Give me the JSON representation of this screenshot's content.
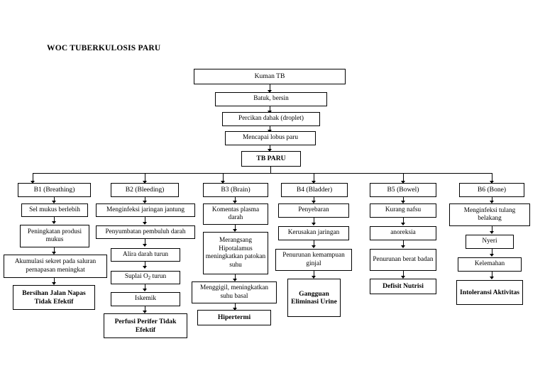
{
  "document": {
    "title": "WOC TUBERKULOSIS PARU",
    "type": "flowchart",
    "background_color": "#ffffff",
    "line_color": "#000000",
    "text_color": "#000000"
  },
  "trunk": {
    "nodes": [
      {
        "id": "kuman-tb",
        "label": "Kuman TB",
        "bold": false
      },
      {
        "id": "batuk-bersin",
        "label": "Batuk, bersin",
        "bold": false
      },
      {
        "id": "percikan-dahak",
        "label": "Percikan dahak (droplet)",
        "bold": false
      },
      {
        "id": "mencapai-lobus-paru",
        "label": "Mencapai lobus paru",
        "bold": false
      },
      {
        "id": "tb-paru",
        "label": "TB PARU",
        "bold": true
      }
    ]
  },
  "columns": [
    {
      "id": "b1",
      "header": "B1 (Breathing)",
      "nodes": [
        {
          "id": "b1-n1",
          "label": "Sel mukus berlebih",
          "bold": false
        },
        {
          "id": "b1-n2",
          "label": "Peningkatan produsi mukus",
          "bold": false
        },
        {
          "id": "b1-n3",
          "label": "Akumulasi sekret pada saluran pernapasan meningkat",
          "bold": false
        },
        {
          "id": "b1-n4",
          "label": "Bersihan Jalan Napas Tidak Efektif",
          "bold": true
        }
      ]
    },
    {
      "id": "b2",
      "header": "B2 (Bleeding)",
      "nodes": [
        {
          "id": "b2-n1",
          "label": "Menginfeksi jaringan jantung",
          "bold": false
        },
        {
          "id": "b2-n2",
          "label": "Penyumbatan pembuluh darah",
          "bold": false
        },
        {
          "id": "b2-n3",
          "label": "Alira darah turun",
          "bold": false
        },
        {
          "id": "b2-n4",
          "label": "Suplai O2 turun",
          "bold": false
        },
        {
          "id": "b2-n5",
          "label": "Iskemik",
          "bold": false
        },
        {
          "id": "b2-n6",
          "label": "Perfusi Perifer Tidak Efektif",
          "bold": true
        }
      ]
    },
    {
      "id": "b3",
      "header": "B3 (Brain)",
      "nodes": [
        {
          "id": "b3-n1",
          "label": "Komentas plasma darah",
          "bold": false
        },
        {
          "id": "b3-n2",
          "label": "Merangsang Hipotalamus meningkatkan patokan suhu",
          "bold": false
        },
        {
          "id": "b3-n3",
          "label": "Menggigil, meningkatkan suhu basal",
          "bold": false
        },
        {
          "id": "b3-n4",
          "label": "Hipertermi",
          "bold": true
        }
      ]
    },
    {
      "id": "b4",
      "header": "B4 (Bladder)",
      "nodes": [
        {
          "id": "b4-n1",
          "label": "Penyebaran",
          "bold": false
        },
        {
          "id": "b4-n2",
          "label": "Kerusakan jaringan",
          "bold": false
        },
        {
          "id": "b4-n3",
          "label": "Penurunan kemampuan ginjal",
          "bold": false
        },
        {
          "id": "b4-n4",
          "label": "Gangguan Eliminasi Urine",
          "bold": true
        }
      ]
    },
    {
      "id": "b5",
      "header": "B5 (Bowel)",
      "nodes": [
        {
          "id": "b5-n1",
          "label": "Kurang nafsu",
          "bold": false
        },
        {
          "id": "b5-n2",
          "label": "anoreksia",
          "bold": false
        },
        {
          "id": "b5-n3",
          "label": "Penurunan berat badan",
          "bold": false
        },
        {
          "id": "b5-n4",
          "label": "Defisit Nutrisi",
          "bold": true
        }
      ]
    },
    {
      "id": "b6",
      "header": "B6 (Bone)",
      "nodes": [
        {
          "id": "b6-n1",
          "label": "Menginfeksi tulang belakang",
          "bold": false
        },
        {
          "id": "b6-n2",
          "label": "Nyeri",
          "bold": false
        },
        {
          "id": "b6-n3",
          "label": "Kelemahan",
          "bold": false
        },
        {
          "id": "b6-n4",
          "label": "Intoleransi Aktivitas",
          "bold": true
        }
      ]
    }
  ]
}
